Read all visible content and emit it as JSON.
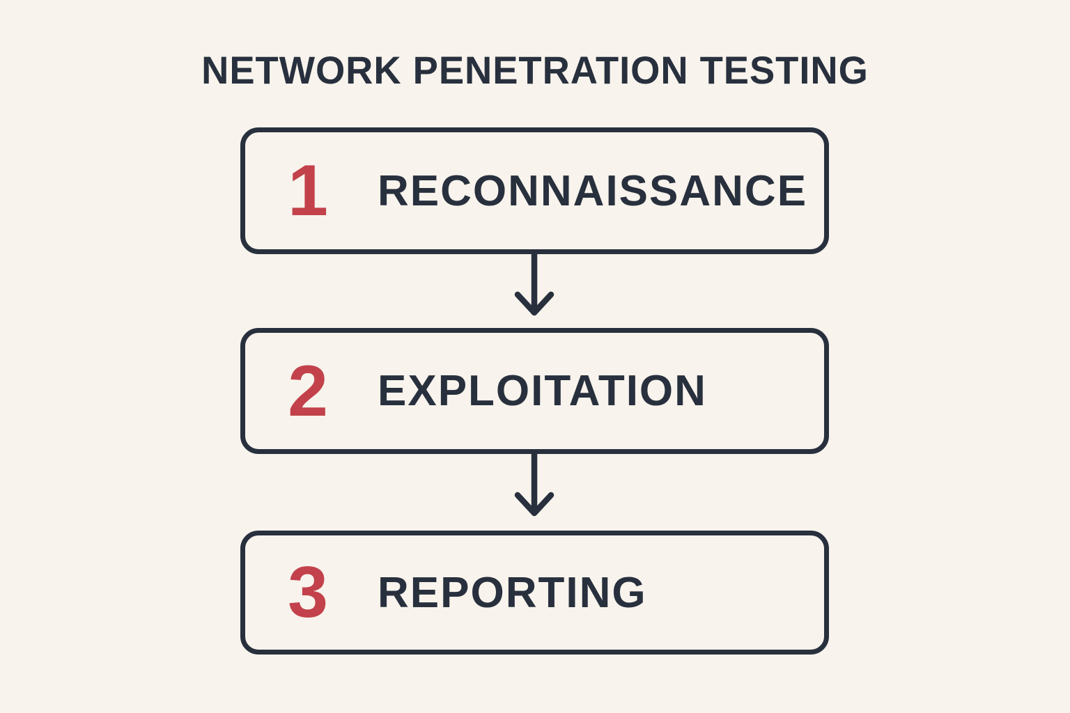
{
  "title": "NETWORK PENETRATION TESTING",
  "steps": [
    {
      "number": "1",
      "label": "RECONNAISSANCE"
    },
    {
      "number": "2",
      "label": "EXPLOITATION"
    },
    {
      "number": "3",
      "label": "REPORTING"
    }
  ],
  "icons": {
    "connector_1": "arrow-down-icon",
    "connector_2": "arrow-down-icon"
  },
  "colors": {
    "background": "#f8f3ec",
    "ink": "#28303e",
    "accent": "#c2414b"
  }
}
